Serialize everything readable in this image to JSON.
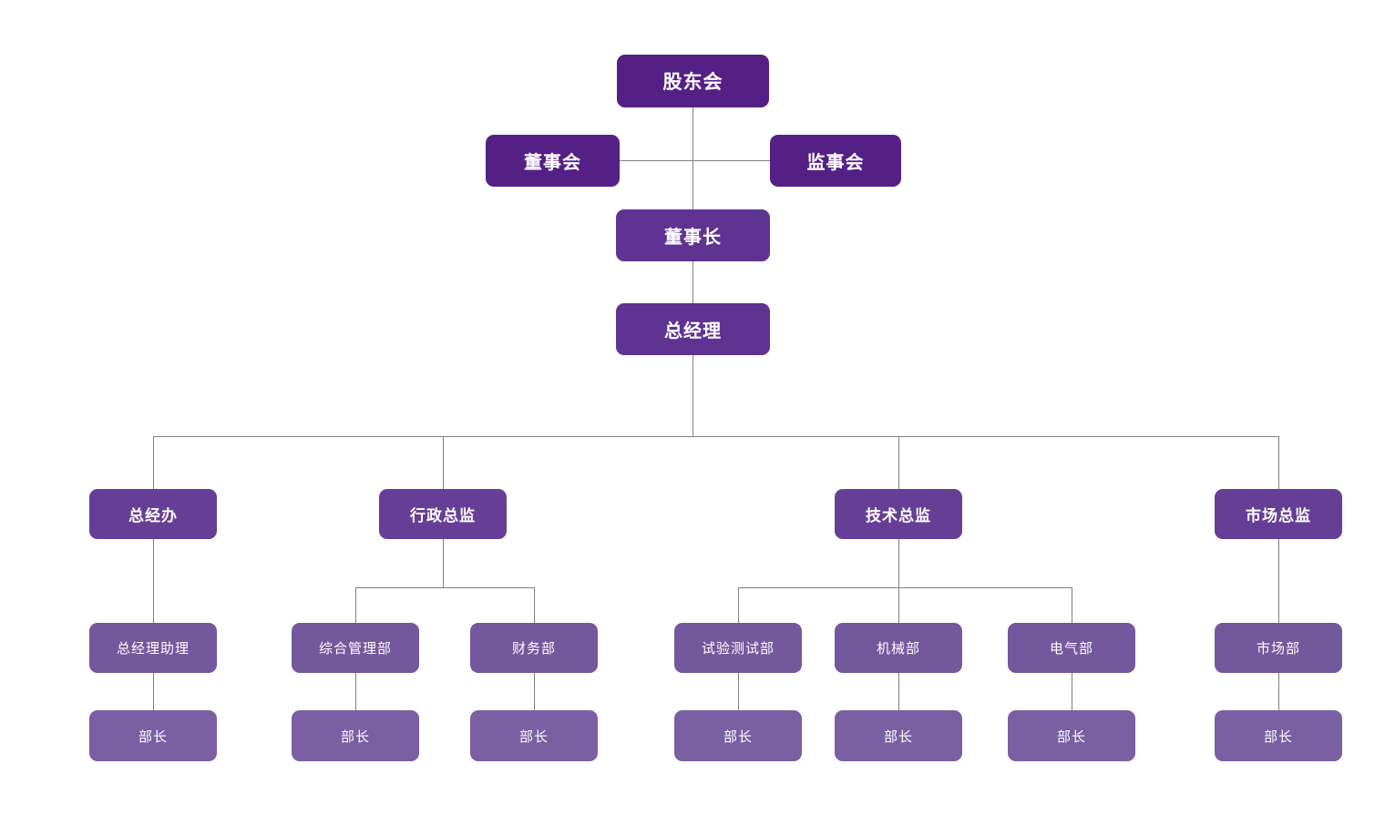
{
  "chart_data": {
    "type": "org-chart-diagram",
    "title": "",
    "nodes": {
      "shareholders_meeting": "股东会",
      "board_of_directors": "董事会",
      "supervisory_board": "监事会",
      "chairman": "董事长",
      "general_manager": "总经理",
      "gm_office": "总经办",
      "admin_director": "行政总监",
      "tech_director": "技术总监",
      "market_director": "市场总监",
      "gm_assistant": "总经理助理",
      "general_mgmt_dept": "综合管理部",
      "finance_dept": "财务部",
      "test_dept": "试验测试部",
      "mechanical_dept": "机械部",
      "electrical_dept": "电气部",
      "market_dept": "市场部",
      "minister": "部长"
    },
    "hierarchy": [
      {
        "parent": "股东会",
        "children": [
          "董事会",
          "监事会",
          "董事长"
        ]
      },
      {
        "parent": "董事长",
        "children": [
          "总经理"
        ]
      },
      {
        "parent": "总经理",
        "children": [
          "总经办",
          "行政总监",
          "技术总监",
          "市场总监"
        ]
      },
      {
        "parent": "总经办",
        "children": [
          "总经理助理"
        ]
      },
      {
        "parent": "行政总监",
        "children": [
          "综合管理部",
          "财务部"
        ]
      },
      {
        "parent": "技术总监",
        "children": [
          "试验测试部",
          "机械部",
          "电气部"
        ]
      },
      {
        "parent": "市场总监",
        "children": [
          "市场部"
        ]
      },
      {
        "parent": "总经理助理",
        "children": [
          "部长"
        ]
      },
      {
        "parent": "综合管理部",
        "children": [
          "部长"
        ]
      },
      {
        "parent": "财务部",
        "children": [
          "部长"
        ]
      },
      {
        "parent": "试验测试部",
        "children": [
          "部长"
        ]
      },
      {
        "parent": "机械部",
        "children": [
          "部长"
        ]
      },
      {
        "parent": "电气部",
        "children": [
          "部长"
        ]
      },
      {
        "parent": "市场部",
        "children": [
          "部长"
        ]
      }
    ],
    "colors": {
      "level1_fill": "#552086",
      "level2_fill": "#5E3392",
      "level3_fill": "#673E95",
      "level4_fill": "#74589D",
      "level5_fill": "#7A5FA3",
      "connector_line": "#808080",
      "text": "#FFFFFF",
      "background": "#FFFFFF"
    }
  }
}
